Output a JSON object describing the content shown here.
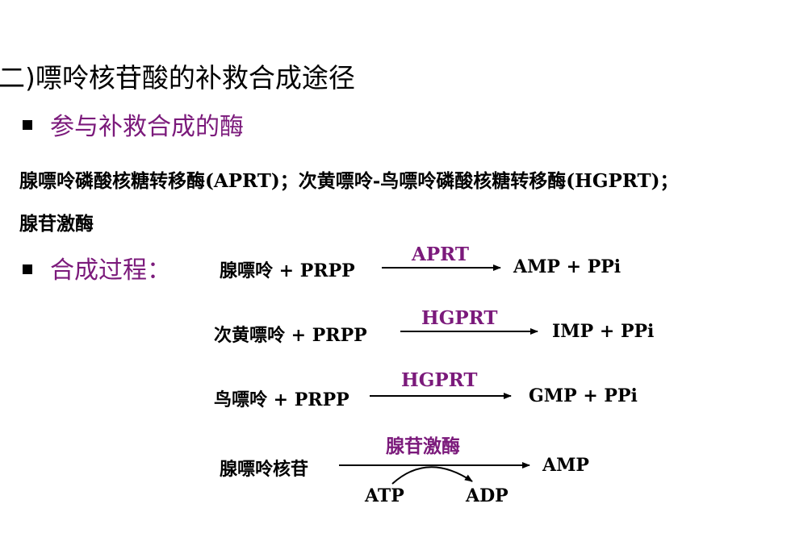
{
  "slide": {
    "title": "二)嘌呤核苷酸的补救合成途径",
    "section1": {
      "label": "参与补救合成的酶"
    },
    "enzymes": {
      "line1": "腺嘌呤磷酸核糖转移酶(APRT)；次黄嘌呤-鸟嘌呤磷酸核糖转移酶(HGPRT)；",
      "line2": "腺苷激酶"
    },
    "section2": {
      "label": "合成过程："
    },
    "reactions": [
      {
        "substrate": "腺嘌呤 + PRPP",
        "enzyme": "APRT",
        "product": "AMP + PPi"
      },
      {
        "substrate": "次黄嘌呤 + PRPP",
        "enzyme": "HGPRT",
        "product": "IMP + PPi"
      },
      {
        "substrate": "鸟嘌呤 + PRPP",
        "enzyme": "HGPRT",
        "product": "GMP + PPi"
      },
      {
        "substrate": "腺嘌呤核苷",
        "enzyme": "腺苷激酶",
        "product": "AMP",
        "cofactor_in": "ATP",
        "cofactor_out": "ADP"
      }
    ]
  },
  "colors": {
    "accent": "#7b1a7b",
    "text": "#000000"
  }
}
